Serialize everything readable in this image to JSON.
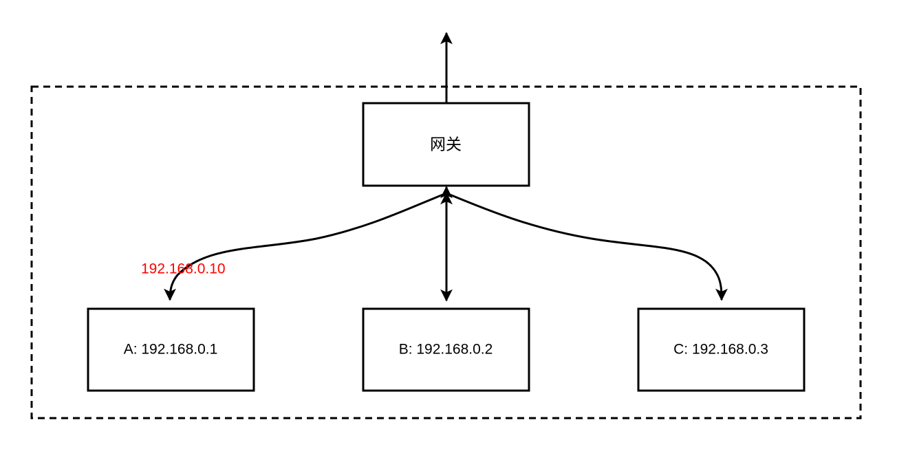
{
  "diagram": {
    "title": "local-network-gateway-diagram",
    "colors": {
      "stroke": "#000000",
      "background": "#ffffff",
      "annotation": "#FF0000"
    },
    "subnet": {
      "name": "local-subnet-boundary",
      "style": "dashed"
    },
    "gateway": {
      "label": "网关"
    },
    "hosts": [
      {
        "id": "A",
        "label": "A: 192.168.0.1"
      },
      {
        "id": "B",
        "label": "B: 192.168.0.2"
      },
      {
        "id": "C",
        "label": "C: 192.168.0.3"
      }
    ],
    "annotations": [
      {
        "name": "source-ip-label",
        "text": "192.168.0.10",
        "color": "#FF0000"
      }
    ],
    "edges": [
      {
        "name": "gateway-to-uplink",
        "direction": "up"
      },
      {
        "name": "gateway-to-host-a",
        "direction": "down-curved"
      },
      {
        "name": "gateway-to-host-b",
        "direction": "bidirectional"
      },
      {
        "name": "gateway-to-host-c",
        "direction": "down-curved"
      }
    ]
  }
}
